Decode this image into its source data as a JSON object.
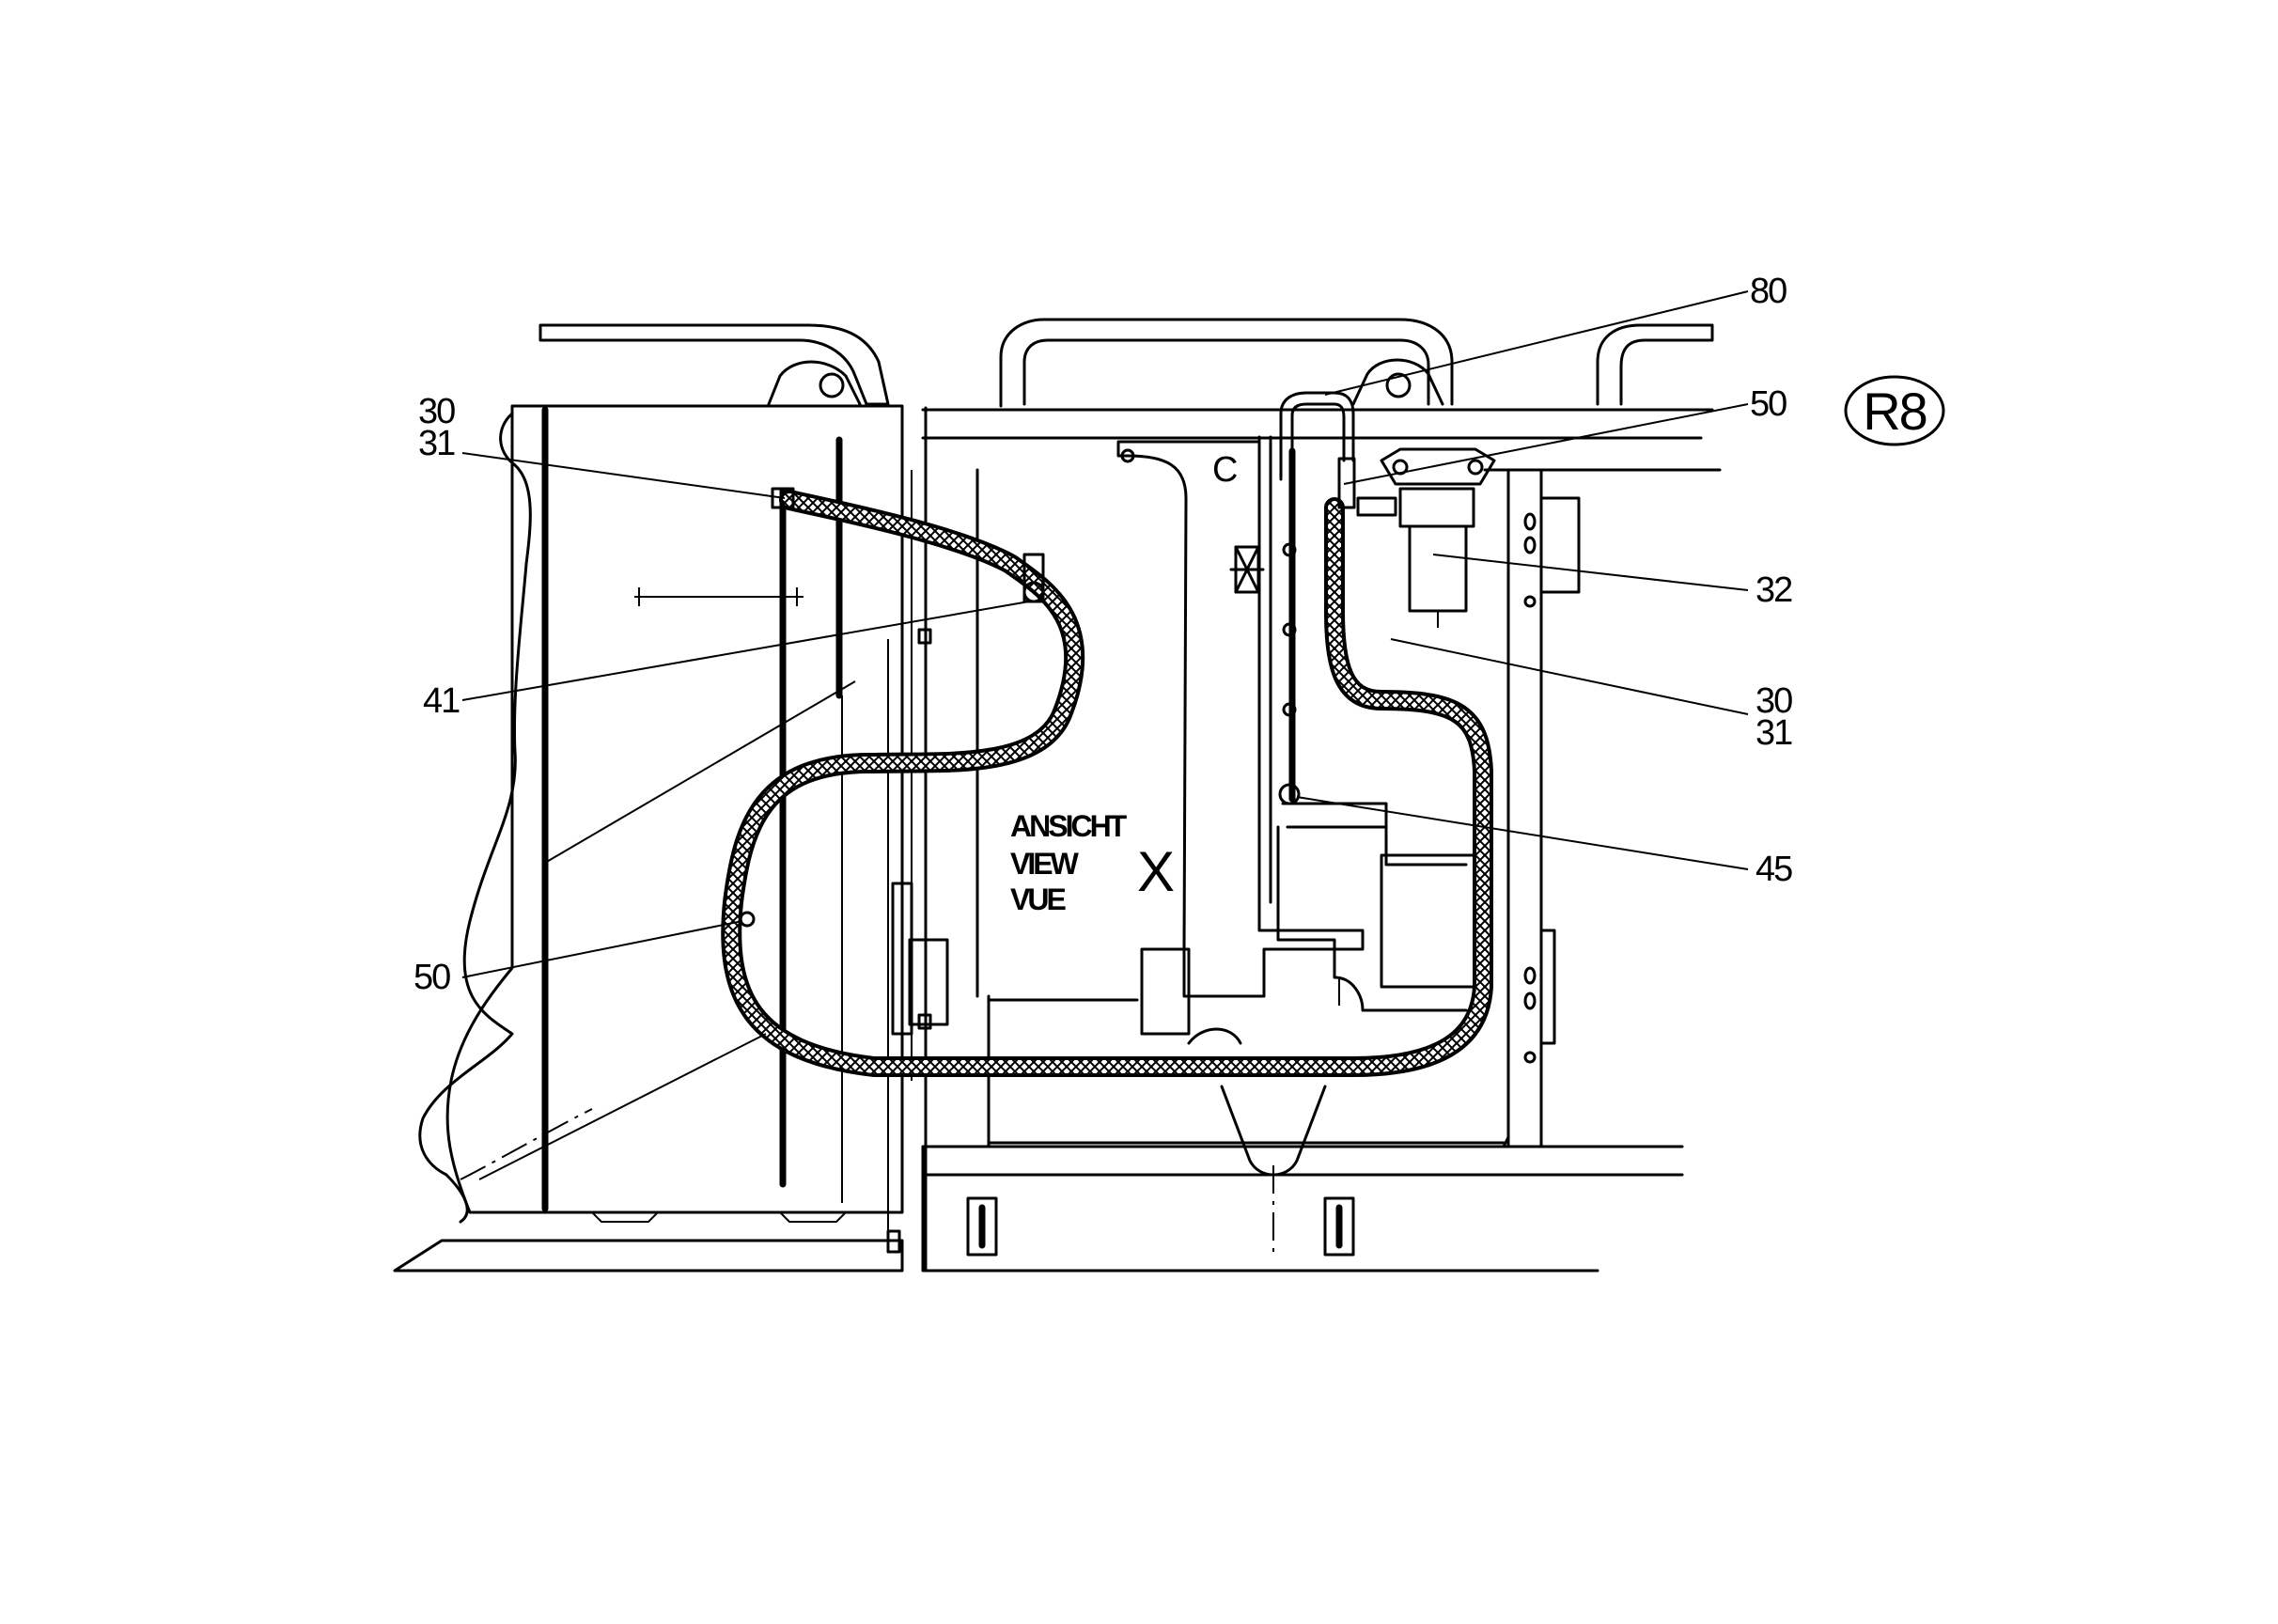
{
  "view_caption": [
    "ANSICHT",
    "VIEW",
    "VUE"
  ],
  "view_mark": "X",
  "sheet_badge": "R8",
  "callouts": {
    "c80": "80",
    "c50_top": "50",
    "c32": "32",
    "c30_right": "30",
    "c31_right": "31",
    "c45": "45",
    "c30_left": "30",
    "c31_left": "31",
    "c41": "41",
    "c50_left": "50"
  }
}
